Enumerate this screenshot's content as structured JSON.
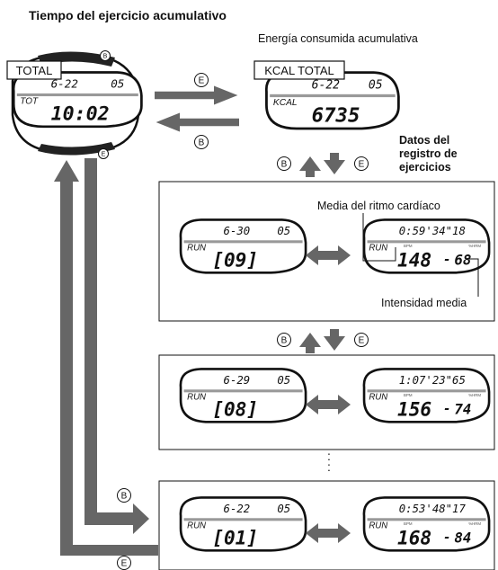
{
  "title": "Tiempo del ejercicio acumulativo",
  "energy_label": "Energía consumida acumulativa",
  "log_label": [
    "Datos del",
    "registro de",
    "ejercicios"
  ],
  "hr_label": "Media del ritmo cardíaco",
  "intensity_label": "Intensidad media",
  "total_box": "TOTAL",
  "kcal_box": "KCAL TOTAL",
  "buttons": {
    "b": "B",
    "e": "E"
  },
  "total_watch": {
    "mode": "TOT",
    "date": "6-22",
    "num": "05",
    "main": "10:02"
  },
  "kcal_watch": {
    "mode": "KCAL",
    "date": "6-22",
    "num": "05",
    "main": "6735"
  },
  "records": [
    {
      "mode": "RUN",
      "date": "6-30",
      "num": "05",
      "index": "[09]",
      "time": "0:59'34\"18",
      "hr": "148",
      "intensity": "68"
    },
    {
      "mode": "RUN",
      "date": "6-29",
      "num": "05",
      "index": "[08]",
      "time": "1:07'23\"65",
      "hr": "156",
      "intensity": "74"
    },
    {
      "mode": "RUN",
      "date": "6-22",
      "num": "05",
      "index": "[01]",
      "time": "0:53'48\"17",
      "hr": "168",
      "intensity": "84"
    }
  ],
  "lcd_small": {
    "bpm": "BPM",
    "shrm": "%HRM"
  },
  "ellipsis": ":"
}
